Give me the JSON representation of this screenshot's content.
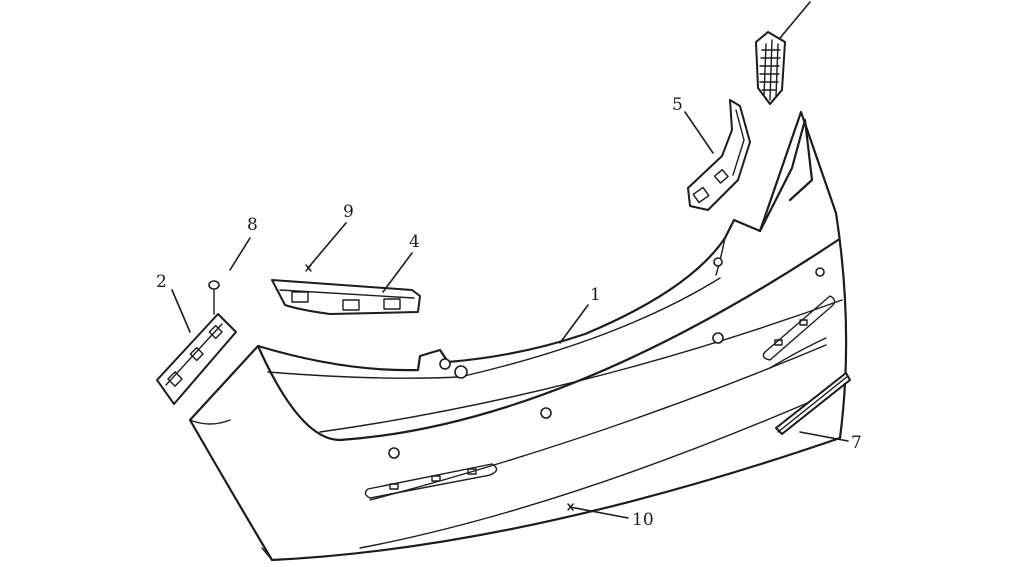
{
  "callouts": {
    "c1": "1",
    "c2": "2",
    "c4": "4",
    "c5": "5",
    "c7": "7",
    "c8": "8",
    "c9": "9",
    "c10": "10"
  },
  "colors": {
    "line": "#1c1c1c",
    "background": "#ffffff"
  }
}
